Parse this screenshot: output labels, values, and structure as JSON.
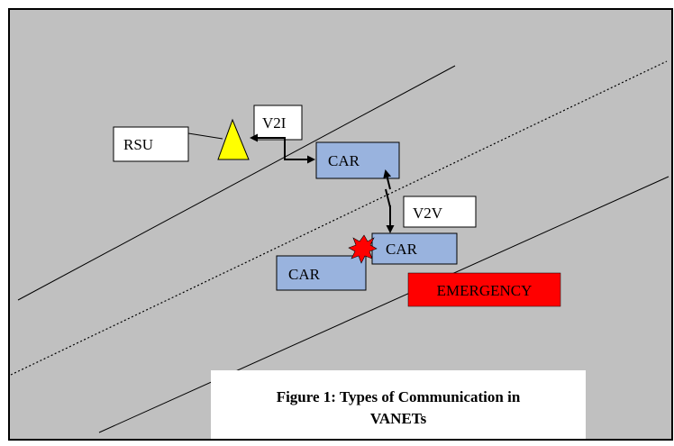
{
  "diagram": {
    "background_color": "#c0c0c0",
    "labels": {
      "rsu": "RSU",
      "v2i": "V2I",
      "v2v": "V2V",
      "car_top": "CAR",
      "car_middle": "CAR",
      "car_bottom": "CAR",
      "emergency": "EMERGENCY"
    },
    "caption": {
      "line1": "Figure 1: Types of Communication in",
      "line2": "VANETs"
    },
    "colors": {
      "car_fill": "#99b3de",
      "rsu_triangle": "#ffff00",
      "emergency_fill": "#ff0000",
      "crash_burst": "#ff0000"
    },
    "icons": [
      "rsu-triangle-icon",
      "crash-burst-icon",
      "double-arrow-icon"
    ]
  }
}
